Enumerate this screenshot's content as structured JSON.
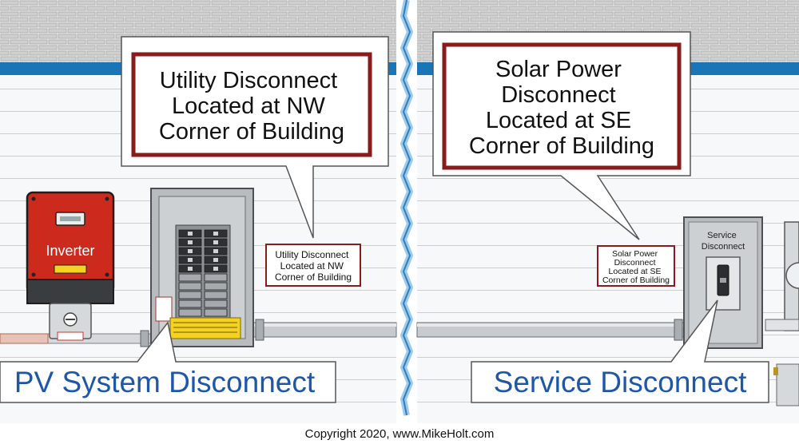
{
  "left_panel": {
    "callout_text": [
      "Utility Disconnect",
      "Located at NW",
      "Corner of Building"
    ],
    "placard_text": [
      "Utility Disconnect",
      "Located at NW",
      "Corner of Building"
    ],
    "inverter_label": "Inverter",
    "bottom_label": "PV System Disconnect"
  },
  "right_panel": {
    "callout_text": [
      "Solar Power",
      "Disconnect",
      "Located at SE",
      "Corner of Building"
    ],
    "placard_text": [
      "Solar Power",
      "Disconnect",
      "Located at SE",
      "Corner of Building"
    ],
    "service_label": [
      "Service",
      "Disconnect"
    ],
    "bottom_label": "Service Disconnect"
  },
  "copyright": "Copyright 2020, www.MikeHolt.com",
  "colors": {
    "wall_blue": "#1a74b8",
    "brick": "#d4d4d4",
    "callout_border": "#8b1a1a",
    "inverter_red": "#cc2a1c",
    "label_blue": "#1e57a8",
    "panel_gray": "#b9bcbf"
  }
}
